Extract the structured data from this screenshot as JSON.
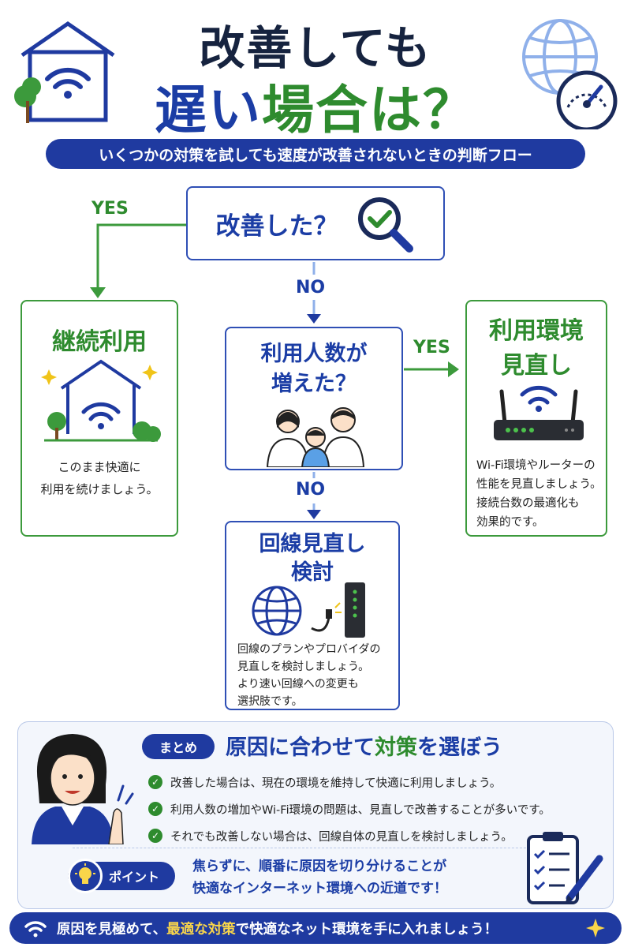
{
  "header": {
    "title_line1": "改善しても",
    "title_line2_a": "遅い",
    "title_line2_b": "場合は？",
    "subtitle": "いくつかの対策を試しても速度が改善されないときの判断フロー"
  },
  "flow": {
    "q1": {
      "label": "改善した？"
    },
    "q1_yes": "YES",
    "q1_no": "NO",
    "continue": {
      "title": "継続利用",
      "text": [
        "このまま快適に",
        "利用を続けましょう。"
      ]
    },
    "q2": {
      "label_line1": "利用人数が",
      "label_line2": "増えた？"
    },
    "q2_yes": "YES",
    "q2_no": "NO",
    "env": {
      "title_line1": "利用環境",
      "title_line2": "見直し",
      "text": [
        "Wi-Fi環境やルーターの",
        "性能を見直しましょう。",
        "接続台数の最適化も",
        "効果的です。"
      ]
    },
    "line": {
      "title_line1": "回線見直し",
      "title_line2": "検討",
      "text": [
        "回線のプランやプロバイダの",
        "見直しを検討しましょう。",
        "より速い回線への変更も",
        "選択肢です。"
      ]
    }
  },
  "summary": {
    "pill": "まとめ",
    "title_a": "原因に合わせて",
    "title_b": "対策",
    "title_c": "を選ぼう",
    "bullets": [
      "改善した場合は、現在の環境を維持して快適に利用しましょう。",
      "利用人数の増加やWi-Fi環境の問題は、見直しで改善することが多いです。",
      "それでも改善しない場合は、回線自体の見直しを検討しましょう。"
    ],
    "point_label": "ポイント",
    "point_line1": "焦らずに、順番に原因を切り分けることが",
    "point_line2": "快適なインターネット環境への近道です！"
  },
  "footer": {
    "text_a": "原因を見極めて、",
    "text_b": "最適な対策",
    "text_c": "で快適なネット環境を手に入れましょう！"
  },
  "colors": {
    "navy": "#1f3aa0",
    "blue": "#1b3da5",
    "green": "#2e8b2e",
    "accent": "#f9d54a"
  }
}
